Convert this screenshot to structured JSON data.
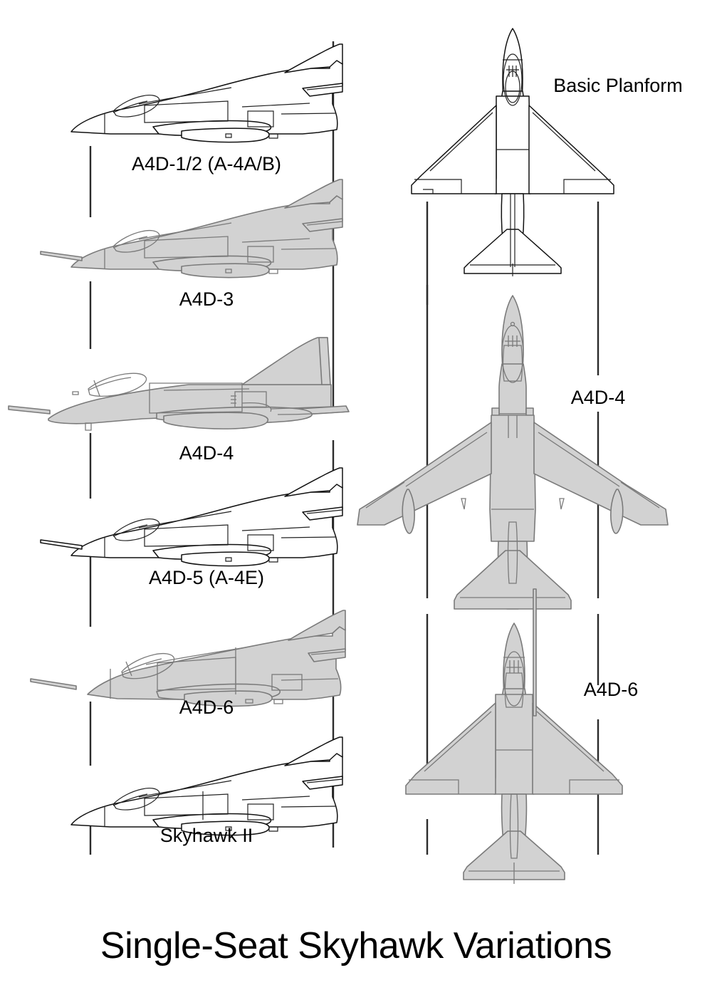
{
  "figure": {
    "title": "Single-Seat Skyhawk Variations",
    "background_color": "#ffffff",
    "line_color": "#111111",
    "fill_gray": "#d2d2d2",
    "fill_white": "#ffffff"
  },
  "side_views": [
    {
      "id": "a4d-1-2",
      "label": "A4D-1/2 (A-4A/B)",
      "fill": "white",
      "has_refuel_probe": false
    },
    {
      "id": "a4d-3",
      "label": "A4D-3",
      "fill": "gray",
      "has_refuel_probe": true
    },
    {
      "id": "a4d-4",
      "label": "A4D-4",
      "fill": "gray",
      "has_refuel_probe": true
    },
    {
      "id": "a4d-5",
      "label": "A4D-5 (A-4E)",
      "fill": "white",
      "has_refuel_probe": true
    },
    {
      "id": "a4d-6",
      "label": "A4D-6",
      "fill": "gray",
      "has_refuel_probe": true
    },
    {
      "id": "skyhawk-2",
      "label": "Skyhawk II",
      "fill": "white",
      "has_refuel_probe": false
    }
  ],
  "plan_views": [
    {
      "id": "basic-planform",
      "label": "Basic Planform",
      "fill": "white",
      "wing": "delta"
    },
    {
      "id": "a4d-4-plan",
      "label": "A4D-4",
      "fill": "gray",
      "wing": "swept-with-fences"
    },
    {
      "id": "a4d-6-plan",
      "label": "A4D-6",
      "fill": "gray",
      "wing": "delta"
    }
  ]
}
